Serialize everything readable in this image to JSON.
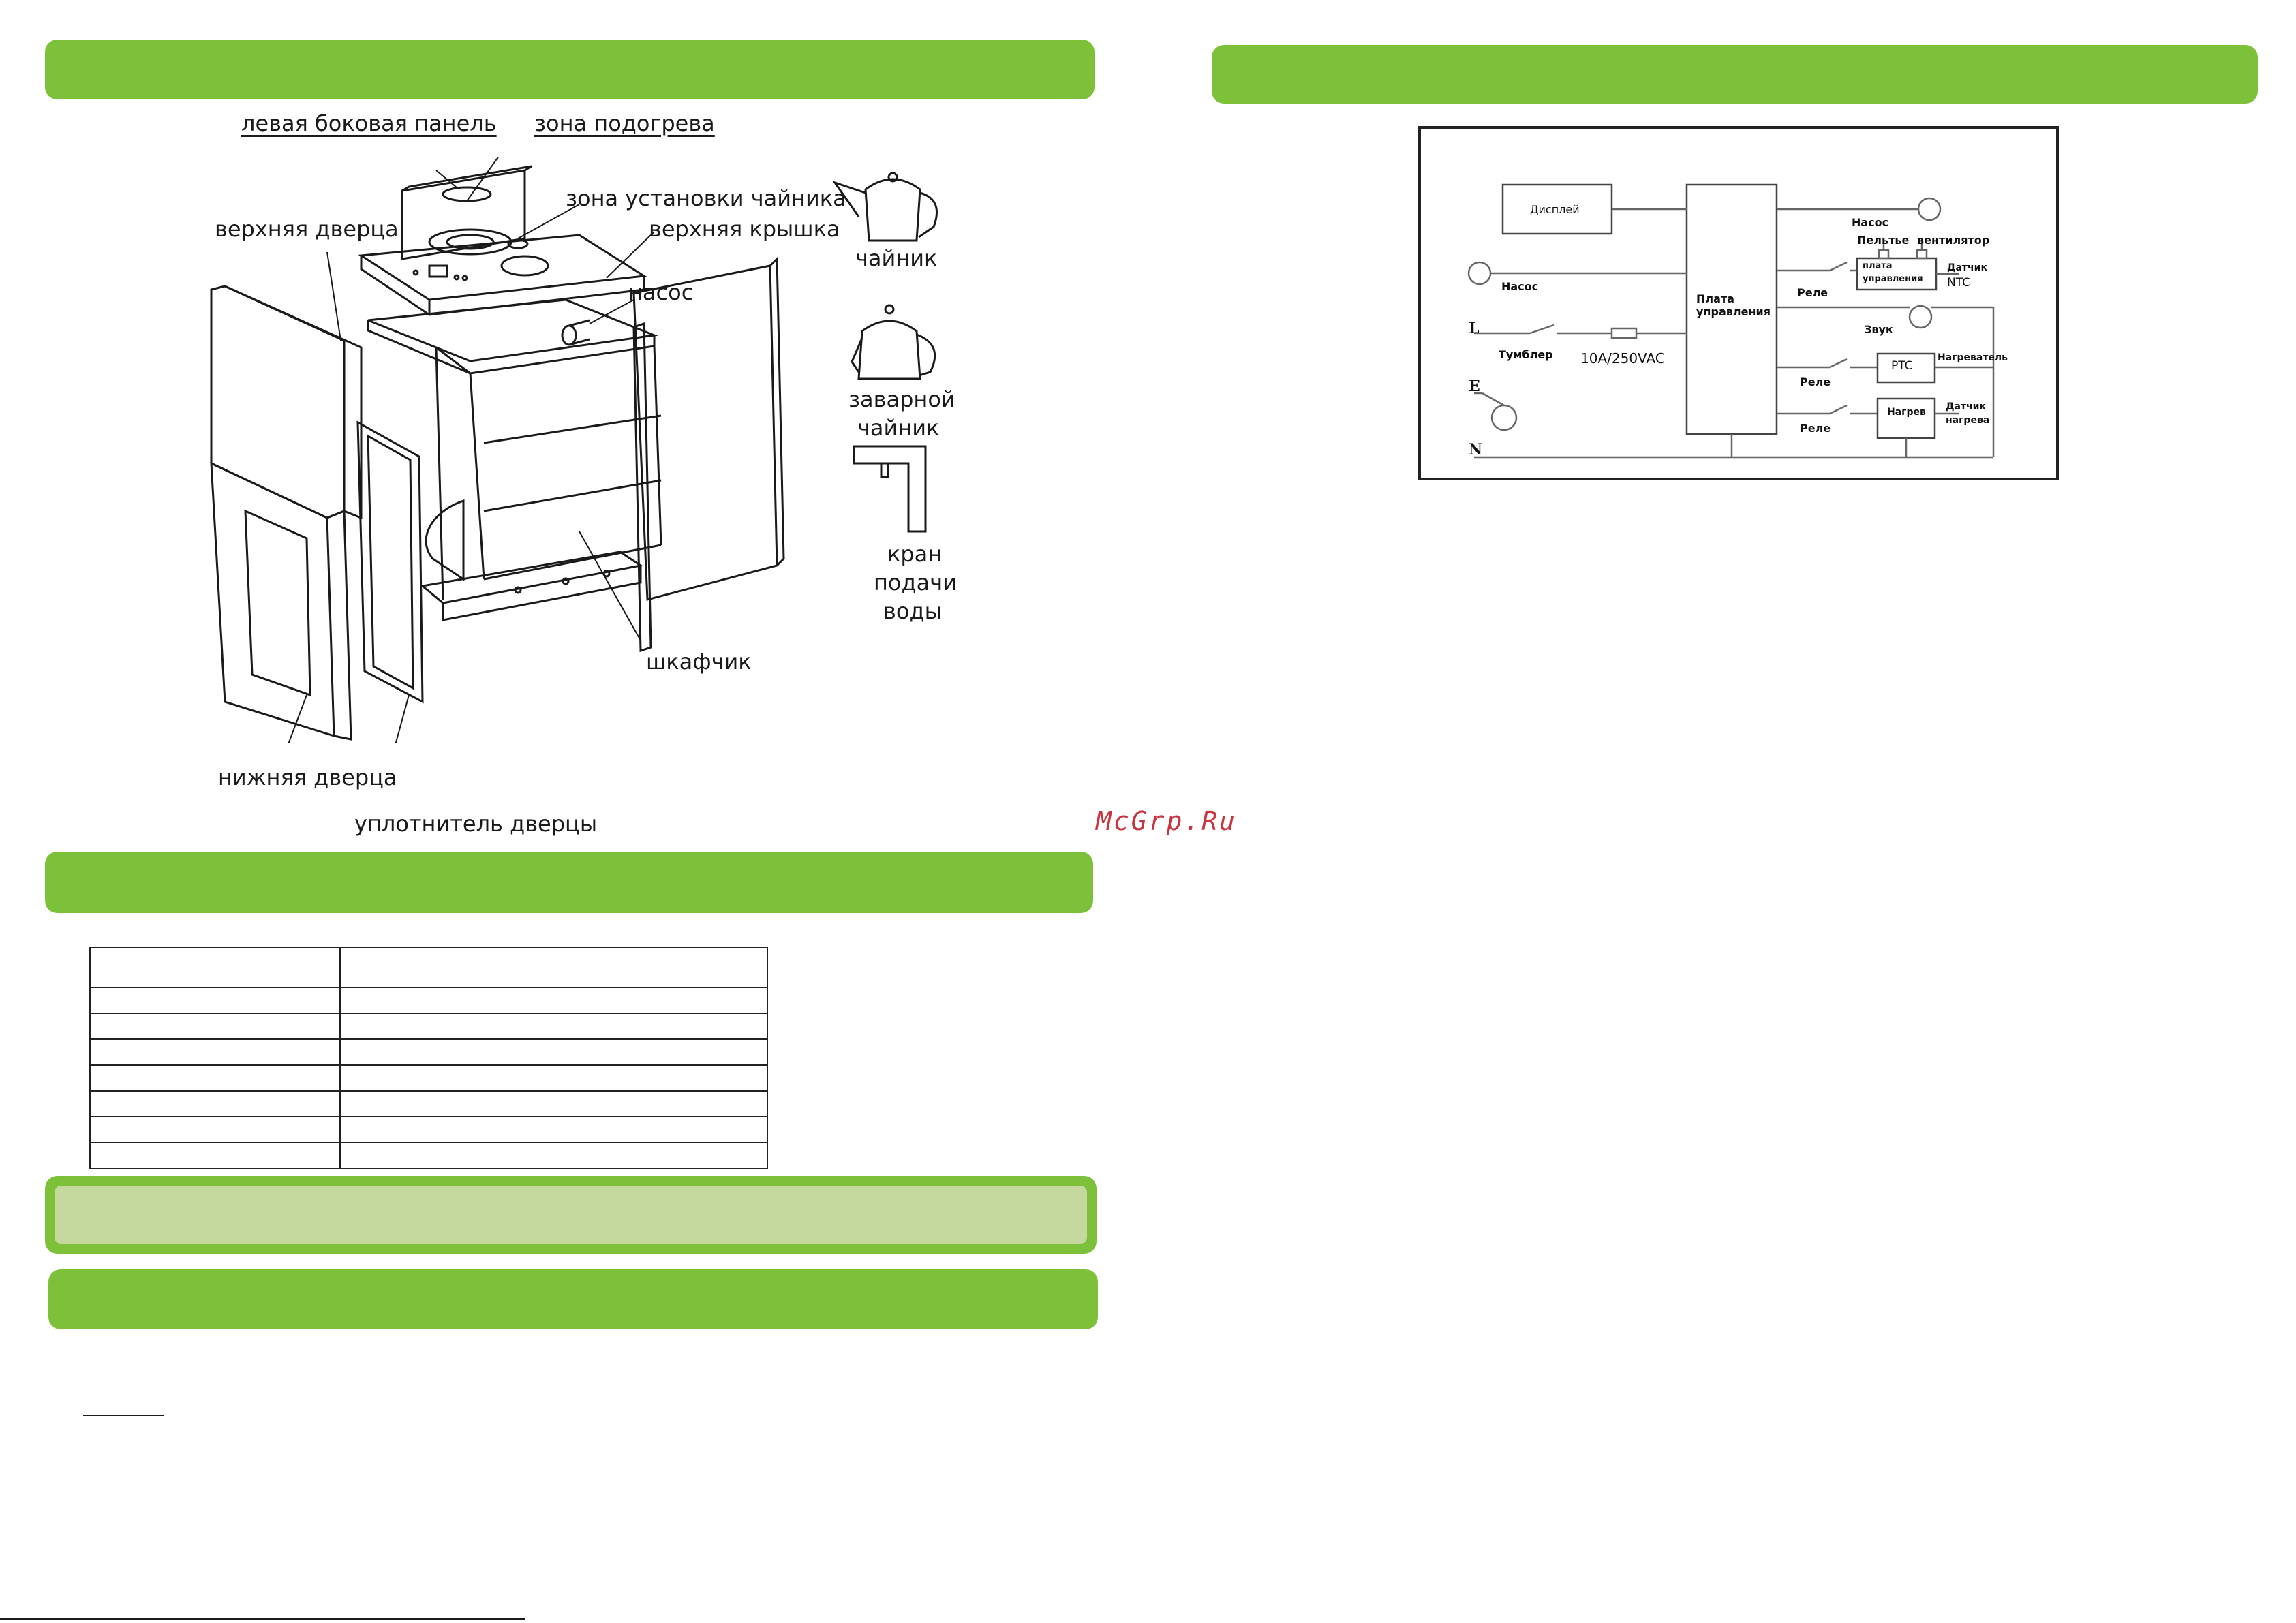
{
  "left_page": {
    "part_labels": {
      "left_side_panel": "левая боковая панель",
      "heating_zone": "зона подогрева",
      "kettle_zone": "зона установки чайника",
      "upper_door": "верхняя дверца",
      "top_cover": "верхняя крышка",
      "pump": "насос",
      "cabinet": "шкафчик",
      "lower_door": "нижняя дверца",
      "door_seal": "уплотнитель дверцы"
    },
    "accessories": {
      "kettle": "чайник",
      "teapot_line1": "заварной",
      "teapot_line2": "чайник",
      "tap_line1": "кран",
      "tap_line2": "подачи",
      "tap_line3": "воды"
    },
    "spec_table_rows": 8
  },
  "watermark": "McGrp.Ru",
  "right_page": {
    "circuit": {
      "display": "Дисплей",
      "control_board": "Плата управления",
      "pump_left": "Насос",
      "toggle": "Тумблер",
      "fuse_rating": "10A/250VAC",
      "line_L": "L",
      "line_E": "E",
      "line_N": "N",
      "pump_top": "Насос",
      "peltier": "Пельтье",
      "fan": "вентилятор",
      "sub_board": "плата управления",
      "ntc_sensor_line1": "Датчик",
      "ntc_sensor_line2": "NTC",
      "relay1": "Реле",
      "sound": "Звук",
      "ptc": "PTC",
      "heater_ptc": "Нагреватель",
      "relay2": "Реле",
      "heating": "Нагрев",
      "heat_sensor_line1": "Датчик",
      "heat_sensor_line2": "нагрева",
      "relay3": "Реле"
    }
  },
  "colors": {
    "accent_green": "#7dc13a",
    "light_green": "#c5d89d",
    "watermark_red": "#c8343d"
  }
}
